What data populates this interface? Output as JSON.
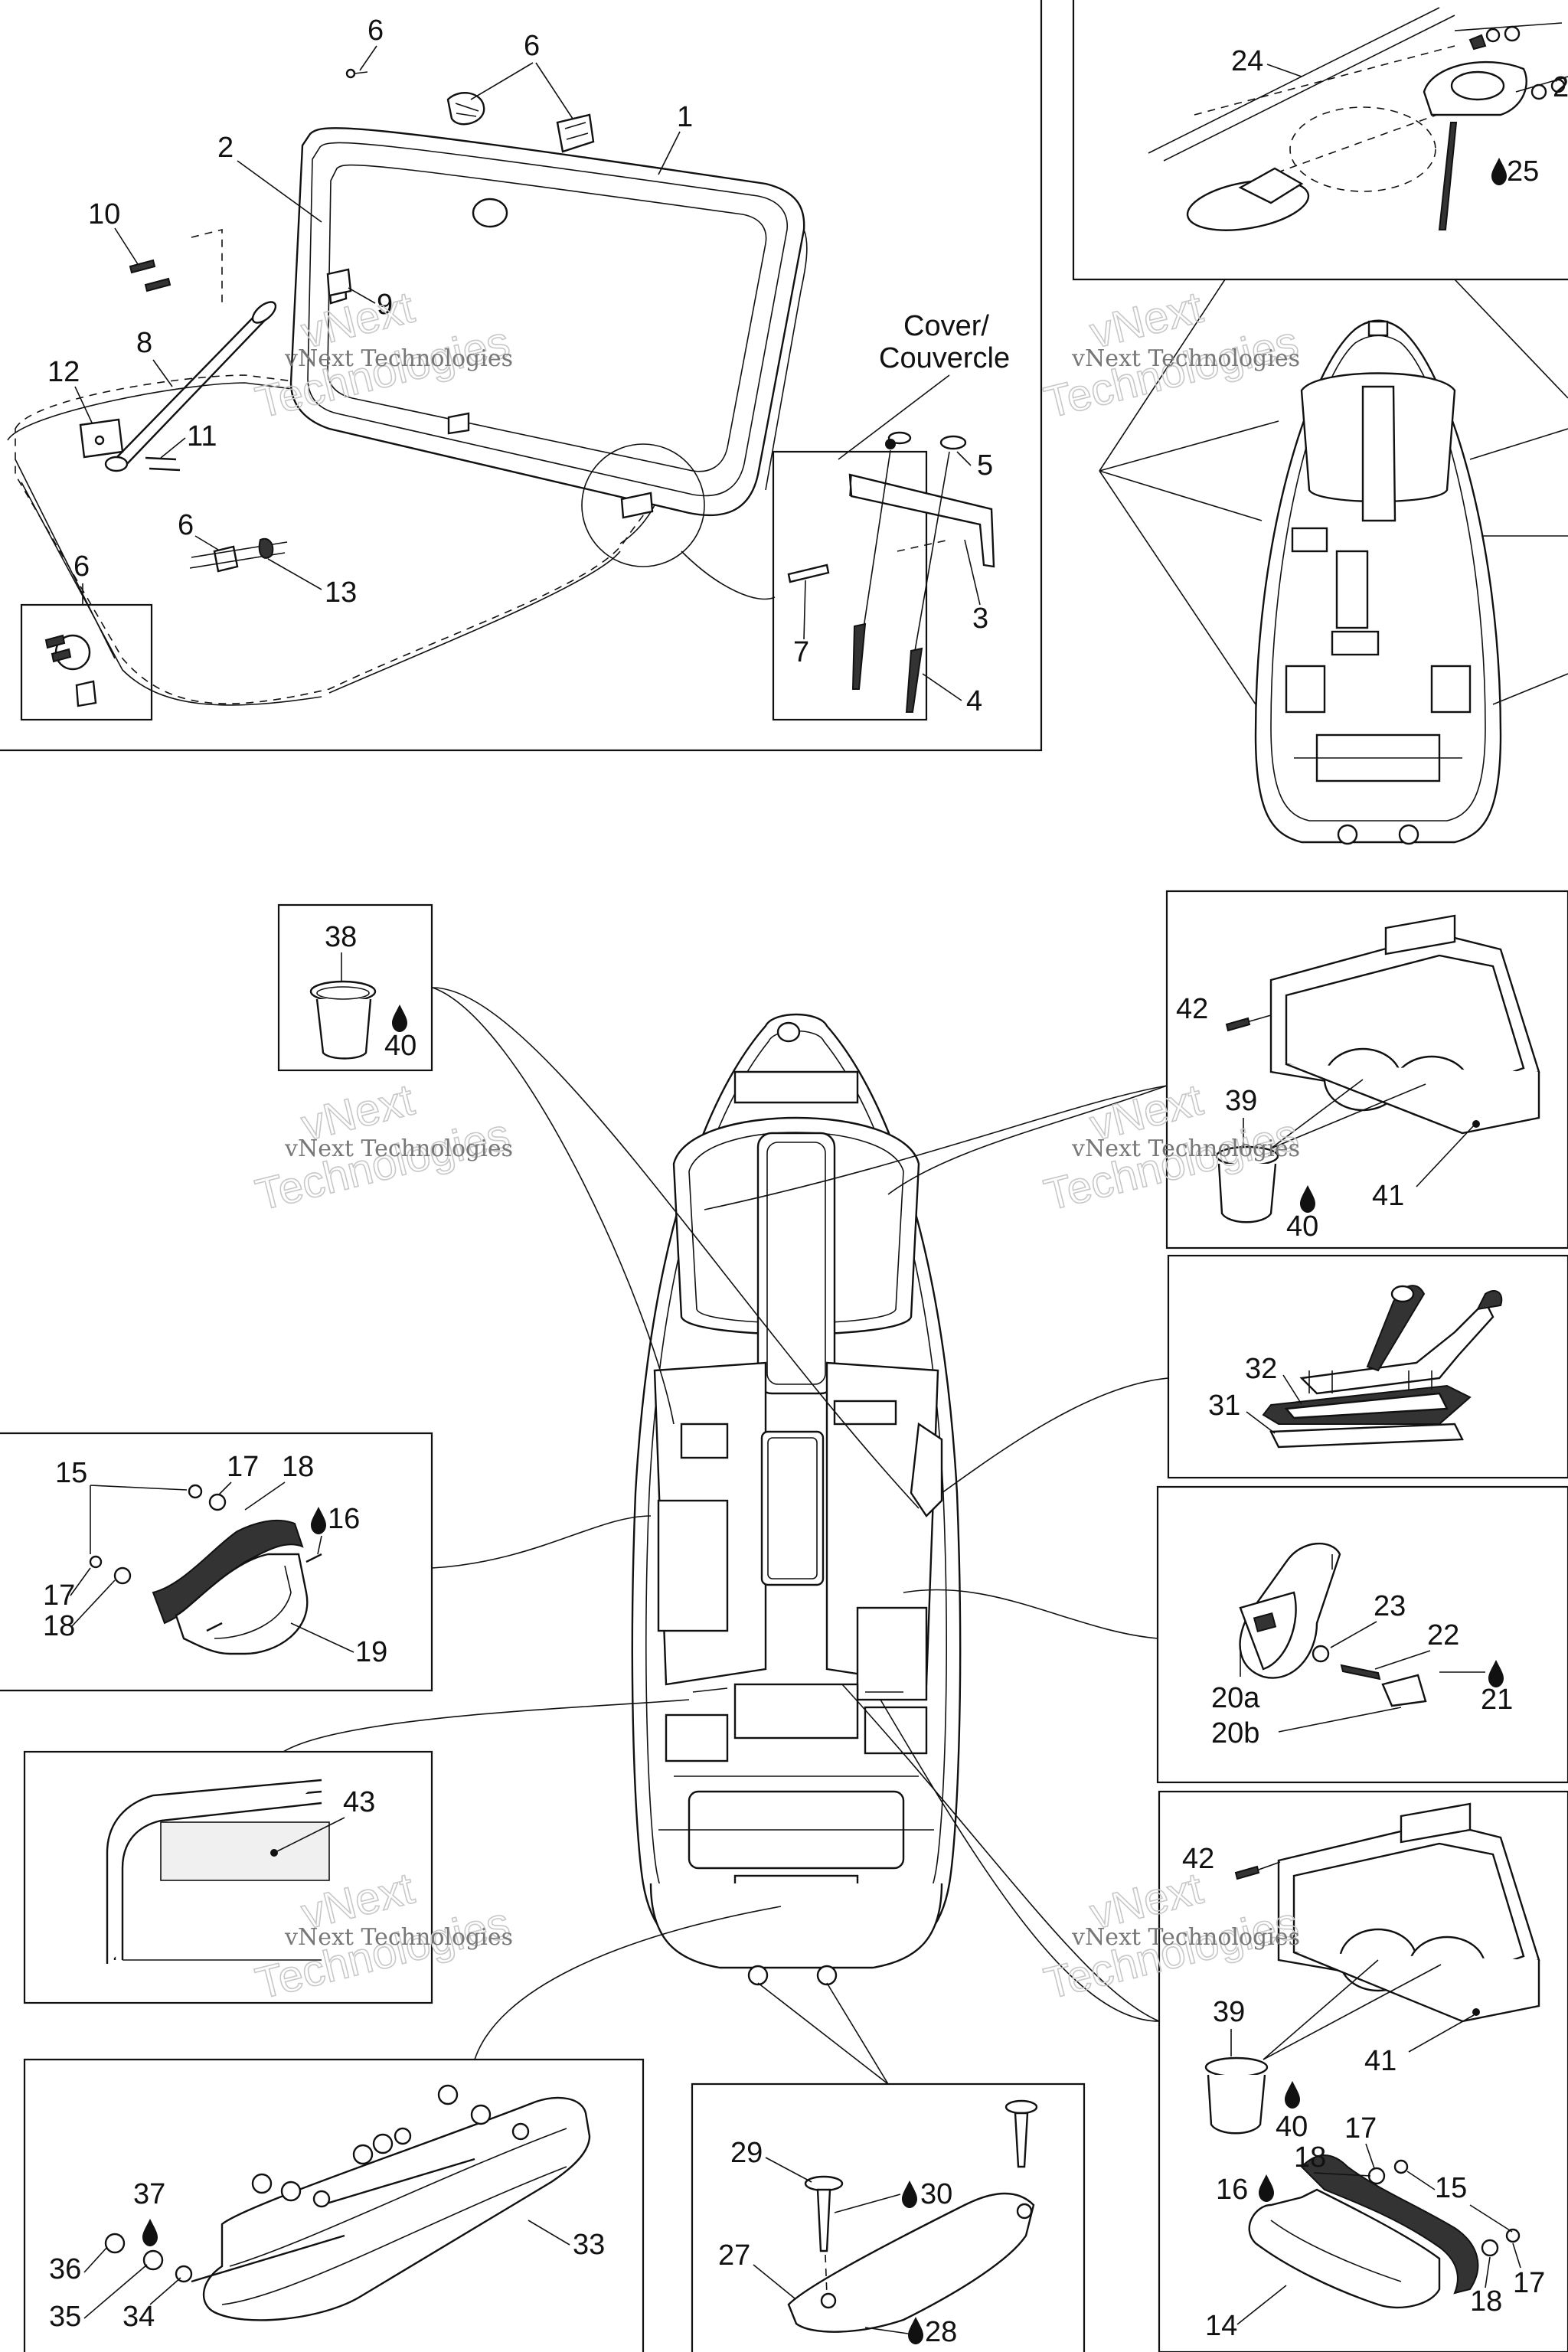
{
  "labels": {
    "l1": "1",
    "l2": "2",
    "l3": "3",
    "l4": "4",
    "l5": "5",
    "l6a": "6",
    "l6b": "6",
    "l6c": "6",
    "l6d": "6",
    "l7": "7",
    "l8": "8",
    "l9": "9",
    "l10": "10",
    "l11": "11",
    "l12": "12",
    "l13": "13",
    "cover_en": "Cover/",
    "cover_fr": "Couvercle",
    "l24": "24",
    "l25": "25",
    "l2b": "2",
    "l38": "38",
    "l40a": "40",
    "l42a": "42",
    "l39a": "39",
    "l40b": "40",
    "l41a": "41",
    "l32": "32",
    "l31": "31",
    "l15a": "15",
    "l17a": "17",
    "l18a": "18",
    "l16a": "16",
    "l17b": "17",
    "l18b": "18",
    "l19": "19",
    "l23": "23",
    "l22": "22",
    "l20a": "20a",
    "l20b": "20b",
    "l21": "21",
    "l43": "43",
    "l42b": "42",
    "l39b": "39",
    "l40c": "40",
    "l41b": "41",
    "l18c": "18",
    "l17c": "17",
    "l16b": "16",
    "l15b": "15",
    "l17d": "17",
    "l18d": "18",
    "l14": "14",
    "l37": "37",
    "l36": "36",
    "l35": "35",
    "l34": "34",
    "l33": "33",
    "l29": "29",
    "l30": "30",
    "l27": "27",
    "l28": "28"
  },
  "watermark": {
    "line1": "vNext",
    "line2": "vNext Technologies",
    "line3": "Technologies"
  }
}
